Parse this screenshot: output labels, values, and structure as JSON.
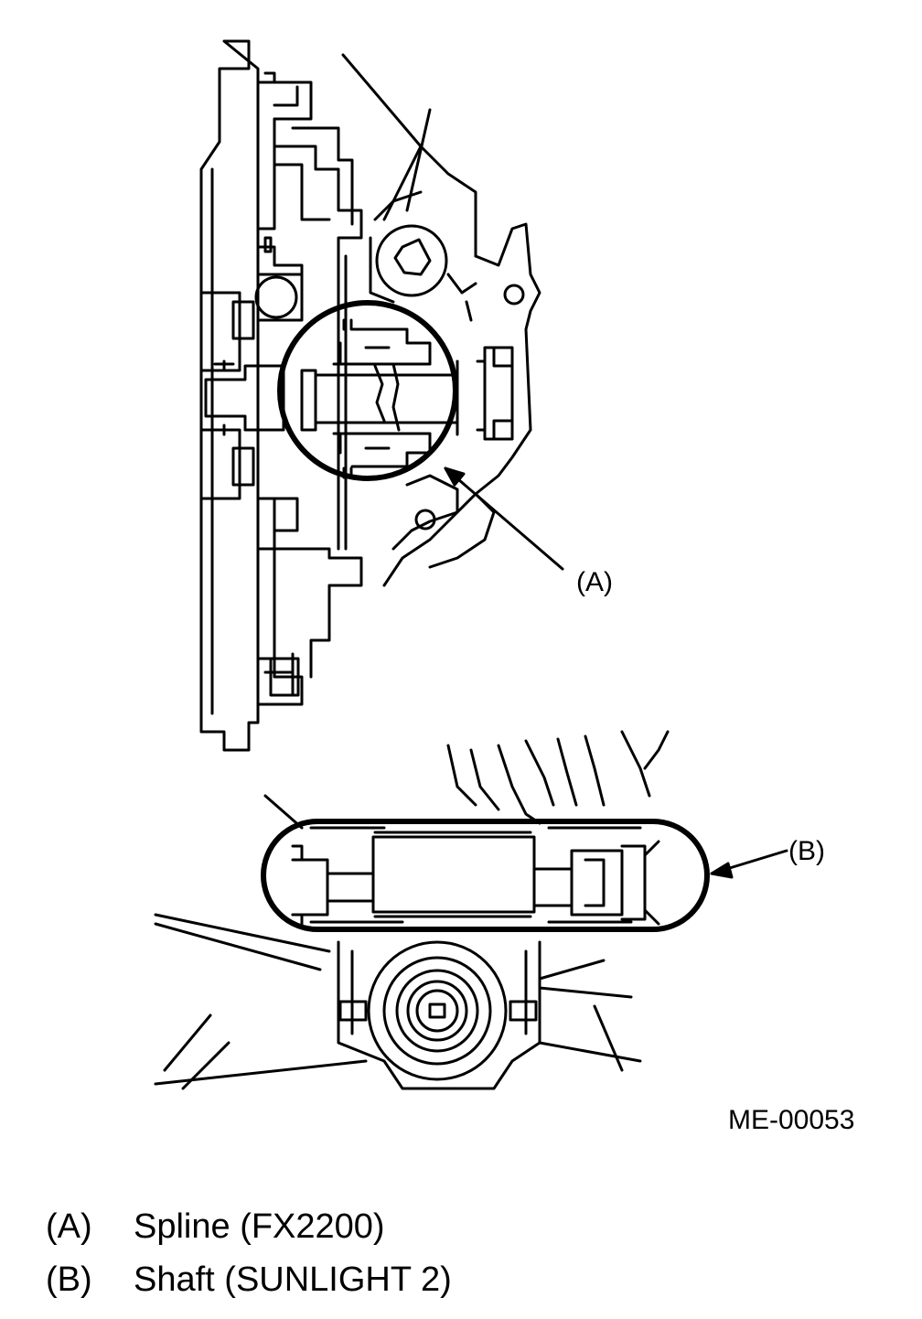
{
  "figure": {
    "callouts": {
      "a": "(A)",
      "b": "(B)"
    },
    "figure_code": "ME-00053"
  },
  "legend": [
    {
      "key": "(A)",
      "text": "Spline (FX2200)"
    },
    {
      "key": "(B)",
      "text": "Shaft (SUNLIGHT 2)"
    }
  ]
}
